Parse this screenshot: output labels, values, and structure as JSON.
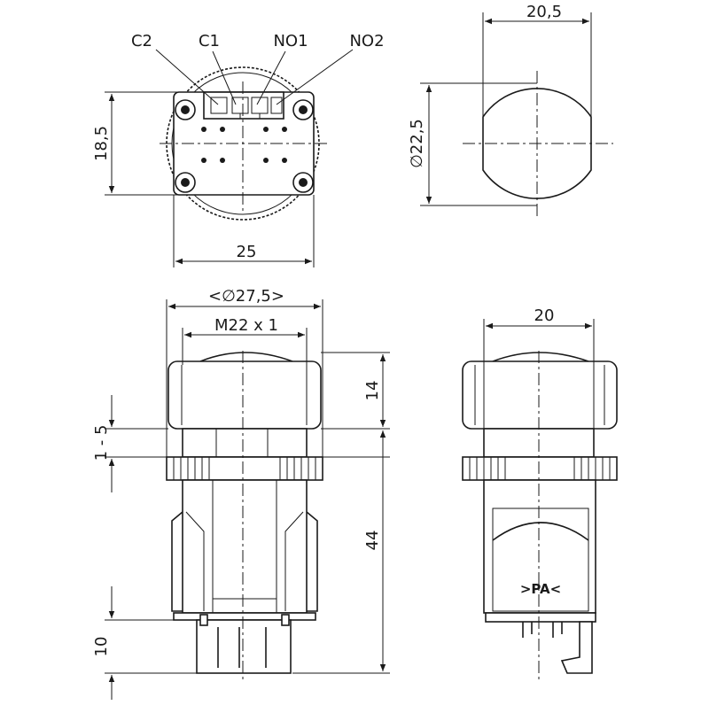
{
  "top_view": {
    "terminal_labels": [
      "C2",
      "C1",
      "NO1",
      "NO2"
    ],
    "dim_height": "18,5",
    "dim_width": "25"
  },
  "cap_view": {
    "dim_width": "20,5",
    "dim_diameter": "∅22,5"
  },
  "side_view": {
    "dim_outer_diameter": "<∅27,5>",
    "dim_thread": "M22 x 1",
    "dim_cap_height": "14",
    "dim_panel_range": "1 - 5",
    "dim_body_length": "44",
    "dim_connector": "10"
  },
  "front_view": {
    "dim_width": "20",
    "marking": ">PA<"
  }
}
